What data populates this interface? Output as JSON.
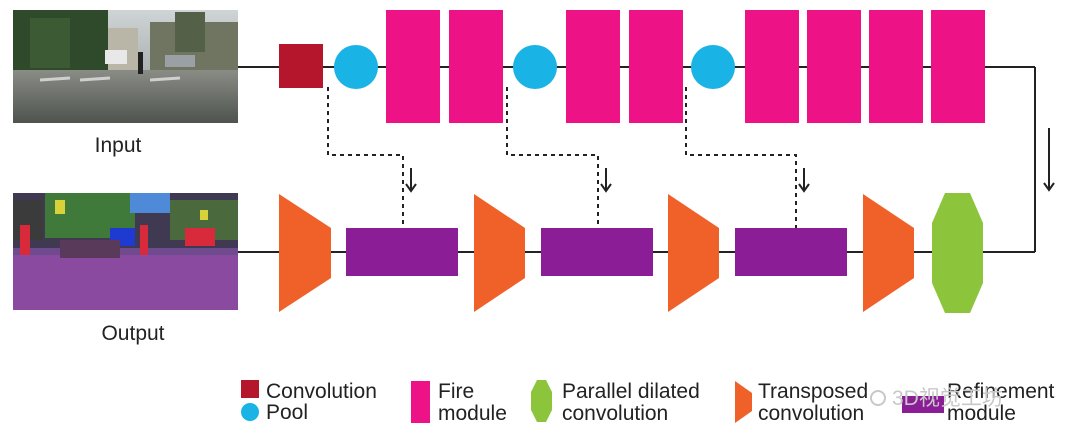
{
  "labels": {
    "input": "Input",
    "output": "Output"
  },
  "legend": {
    "convolution": "Convolution",
    "pool": "Pool",
    "fire_line1": "Fire",
    "fire_line2": "module",
    "parallel_line1": "Parallel dilated",
    "parallel_line2": "convolution",
    "transposed_line1": "Transposed",
    "transposed_line2": "convolution",
    "refinement_line1": "Refinement",
    "refinement_line2": "module"
  },
  "watermark": "3D视觉工坊",
  "colors": {
    "convolution": "#b5162b",
    "pool": "#19b3e6",
    "fire_module": "#ee1287",
    "refinement_module": "#8b1e96",
    "transposed_convolution": "#f0612a",
    "parallel_dilated_convolution": "#8cc43c",
    "line": "#222222"
  },
  "images": {
    "input": "street-scene-photo",
    "output": "semantic-segmentation-map"
  }
}
